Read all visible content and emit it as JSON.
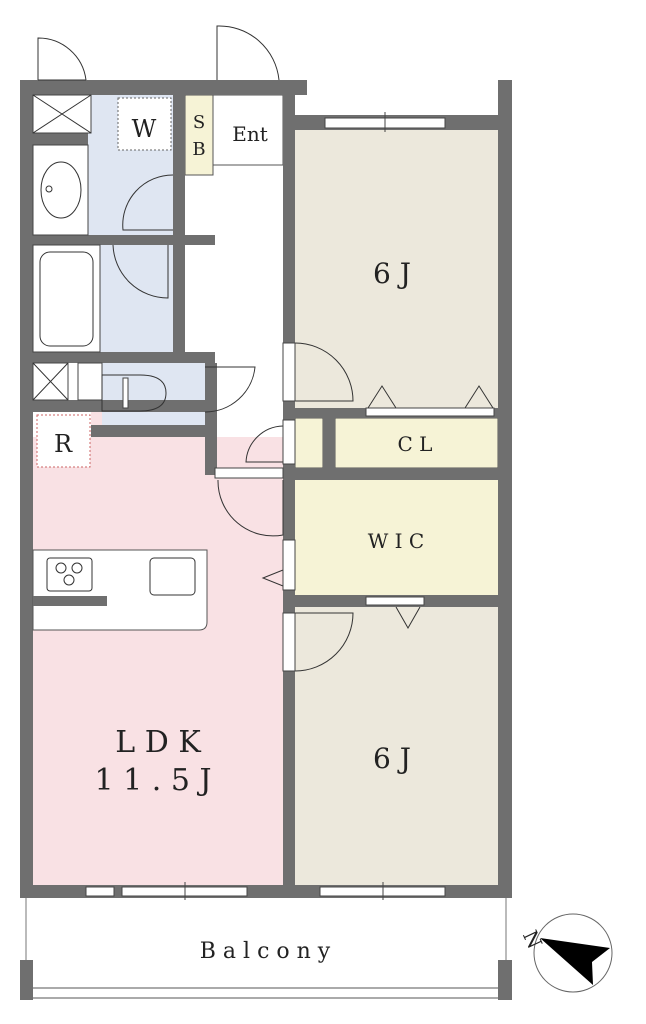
{
  "rooms": {
    "washroom": "W",
    "shoe_box": "S\nB",
    "shoe_box_s": "S",
    "shoe_box_b": "B",
    "entrance": "Ent",
    "bedroom_north": "6 J",
    "closet": "C L",
    "walk_in_closet": "W I C",
    "refrigerator": "R",
    "ldk_name": "L D K",
    "ldk_size": "1 1 . 5 J",
    "bedroom_south": "6 J",
    "balcony": "B a l c o n y"
  },
  "compass": {
    "label": "N"
  },
  "colors": {
    "wall": "#6f6f6f",
    "bedroom": "#ece8dc",
    "closet": "#f6f3d6",
    "wet_area": "#dfe6f2",
    "ldk": "#f9e1e4"
  }
}
